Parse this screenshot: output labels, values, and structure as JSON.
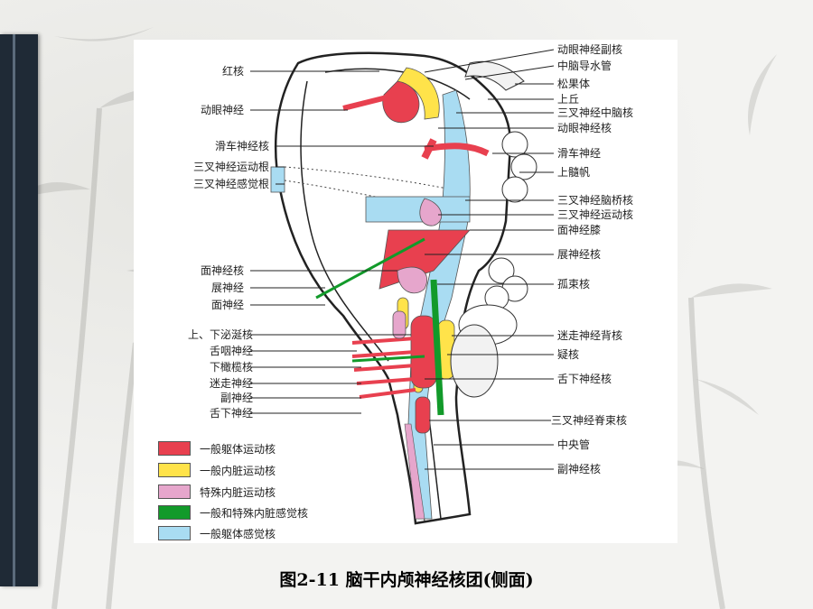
{
  "left_labels": [
    "红核",
    "动眼神经",
    "滑车神经核",
    "三叉神经运动根",
    "三叉神经感觉根",
    "面神经核",
    "展神经",
    "面神经",
    "上、下泌涎核",
    "舌咽神经",
    "下橄榄核",
    "迷走神经",
    "副神经",
    "舌下神经"
  ],
  "right_labels": [
    "动眼神经副核",
    "中脑导水管",
    "松果体",
    "上丘",
    "三叉神经中脑核",
    "动眼神经核",
    "滑车神经",
    "上髓帆",
    "三叉神经脑桥核",
    "三叉神经运动核",
    "面神经膝",
    "展神经核",
    "孤束核",
    "迷走神经背核",
    "疑核",
    "舌下神经核",
    "三叉神经脊束核",
    "中央管",
    "副神经核"
  ],
  "legend": [
    {
      "label": "一般躯体运动核",
      "color": "#e8404f"
    },
    {
      "label": "一般内脏运动核",
      "color": "#ffe34a"
    },
    {
      "label": "特殊内脏运动核",
      "color": "#e6a6cc"
    },
    {
      "label": "一般和特殊内脏感觉核",
      "color": "#129a2a"
    },
    {
      "label": "一般躯体感觉核",
      "color": "#a9dcf2"
    }
  ],
  "caption": "图2-11 脑干内颅神经核团(侧面)"
}
